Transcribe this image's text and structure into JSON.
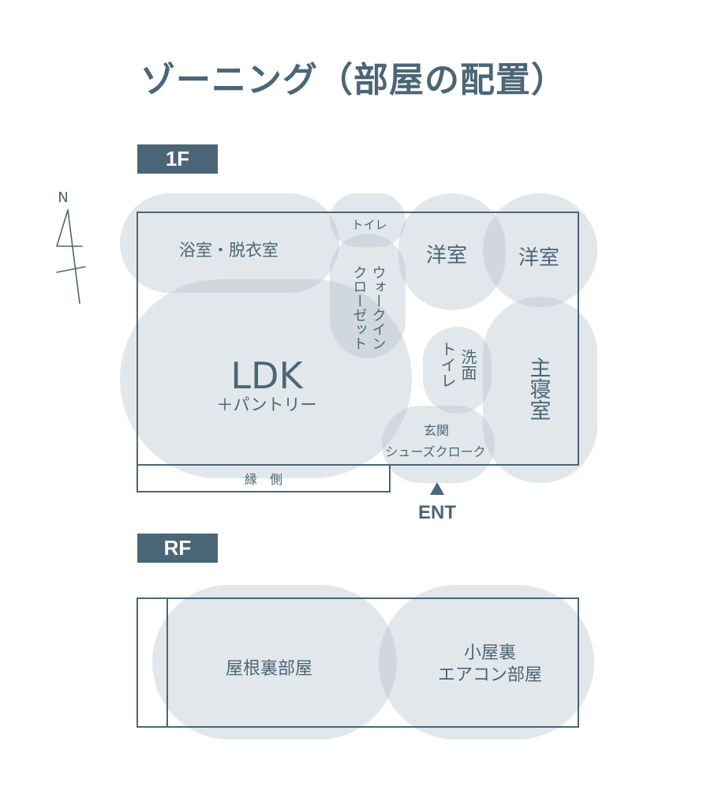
{
  "title": "ゾーニング（部屋の配置）",
  "floors": {
    "first": "1F",
    "roof": "RF"
  },
  "compass_label": "N",
  "rooms_1f": {
    "bath": "浴室・脱衣室",
    "toilet_top": "トイレ",
    "walkin_col1": "ウォークイン",
    "walkin_col2": "クローゼット",
    "western_1": "洋室",
    "western_2": "洋室",
    "ldk": "LDK",
    "pantry": "＋パントリー",
    "wash_col1": "洗面",
    "wash_col2": "トイレ",
    "master_bedroom": "主寝室",
    "entrance": "玄関",
    "shoe_closet": "シューズクローク",
    "veranda": "縁　側"
  },
  "entrance_marker": "ENT",
  "rooms_rf": {
    "attic": "屋根裏部屋",
    "loft_line1": "小屋裏",
    "loft_line2": "エアコン部屋"
  },
  "colors": {
    "accent": "#4b6677",
    "zone_fill": "rgba(178,193,202,0.38)"
  }
}
